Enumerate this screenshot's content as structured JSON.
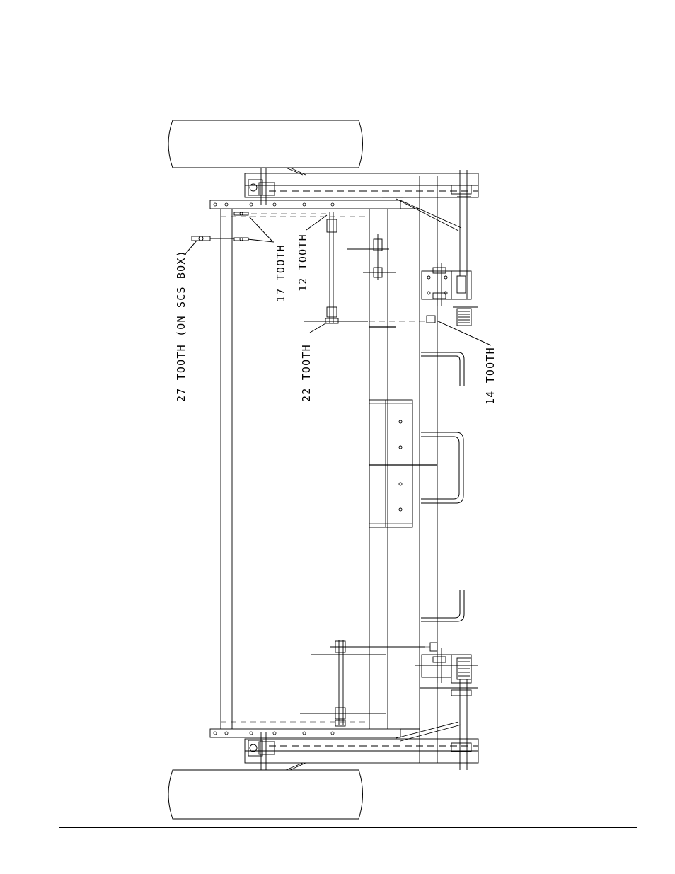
{
  "labels": {
    "tooth27": "27 TOOTH (ON SCS BOX)",
    "tooth17": "17 TOOTH",
    "tooth12": "12 TOOTH",
    "tooth22": "22 TOOTH",
    "tooth14": "14 TOOTH"
  }
}
